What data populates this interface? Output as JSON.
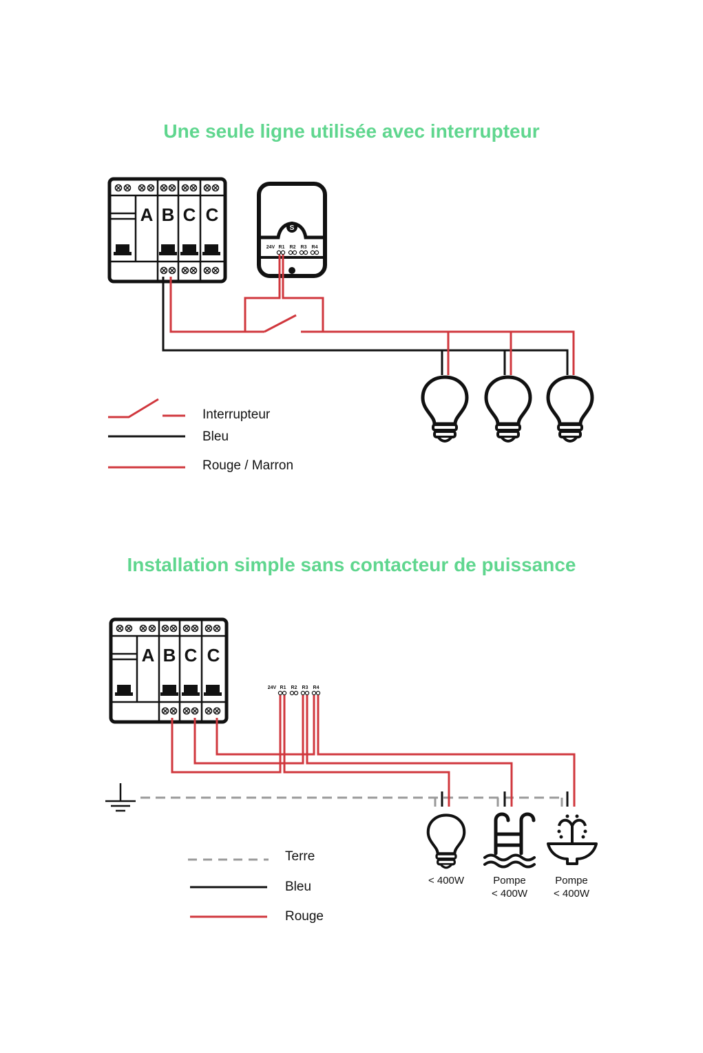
{
  "diagram1": {
    "title": "Une seule ligne utilisée avec interrupteur",
    "breaker_letters": [
      "A",
      "B",
      "C",
      "C"
    ],
    "module_labels": [
      "24V",
      "R1",
      "R2",
      "R3",
      "R4"
    ],
    "module_logo": "S",
    "legend": [
      {
        "label": "Interrupteur",
        "style": "switch",
        "color": "#d0373d"
      },
      {
        "label": "Bleu",
        "style": "solid",
        "color": "#111111"
      },
      {
        "label": "Rouge / Marron",
        "style": "solid",
        "color": "#d0373d"
      }
    ]
  },
  "diagram2": {
    "title": "Installation simple sans contacteur de puissance",
    "breaker_letters": [
      "A",
      "B",
      "C",
      "C"
    ],
    "module_labels": [
      "24V",
      "R1",
      "R2",
      "R3",
      "R4"
    ],
    "loads": [
      {
        "icon": "bulb-icon",
        "line1": "",
        "line2": "< 400W"
      },
      {
        "icon": "pool-ladder-icon",
        "line1": "Pompe",
        "line2": "< 400W"
      },
      {
        "icon": "fountain-icon",
        "line1": "Pompe",
        "line2": "< 400W"
      }
    ],
    "legend": [
      {
        "label": "Terre",
        "style": "dashed",
        "color": "#999999"
      },
      {
        "label": "Bleu",
        "style": "solid",
        "color": "#111111"
      },
      {
        "label": "Rouge",
        "style": "solid",
        "color": "#d0373d"
      }
    ]
  },
  "colors": {
    "title": "#5fd68e",
    "red": "#d0373d",
    "black": "#111111",
    "earth": "#999999"
  }
}
